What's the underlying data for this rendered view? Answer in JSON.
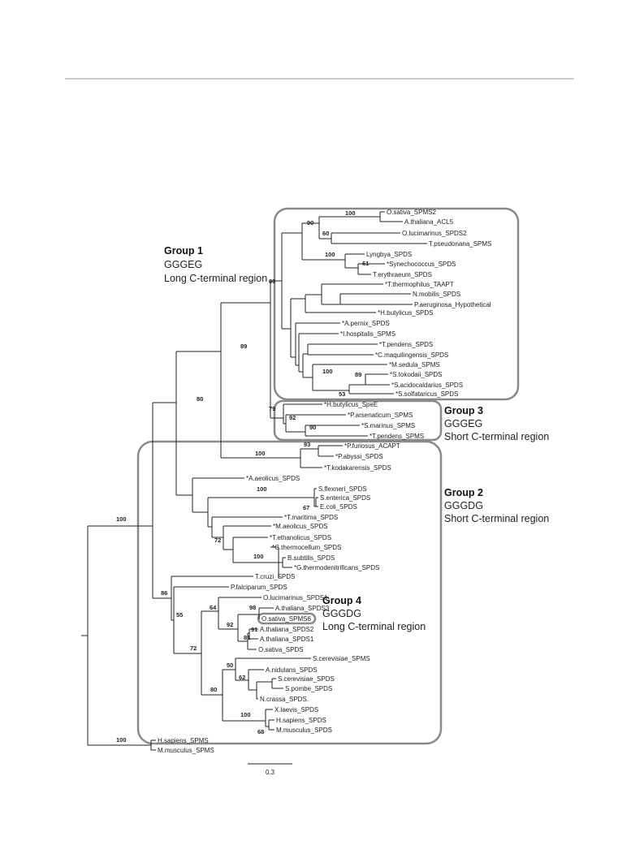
{
  "leaves": [
    "O.sativa_SPMS2",
    "A.thaliana_ACL5",
    "O.lucimarinus_SPDS2",
    "T.pseudonana_SPMS",
    "Lyngbya_SPDS",
    "*Synechococcus_SPDS",
    "T.erythraeum_SPDS",
    "*T.thermophilus_TAAPT",
    "N.mobilis_SPDS",
    "P.aeruginosa_Hypothetical",
    "*H.butylicus_SPDS",
    "*A.pernix_SPDS",
    "*I.hospitalis_SPMS",
    "*T.pendens_SPDS",
    "*C.maquilingensis_SPDS",
    "*M.sedula_SPMS",
    "*S.tokodaii_SPDS",
    "*S.acidocaldarius_SPDS",
    "*S.solfataricus_SPDS",
    "*H.butylicus_SpeE",
    "*P.arsenaticum_SPMS",
    "*S.marinus_SPMS",
    "*T.pendens_SPMS",
    "*P.furiosus_ACAPT",
    "*P.abyssi_SPDS",
    "*T.kodakarensis_SPDS",
    "*A.aeolicus_SPDS",
    "S.flexneri_SPDS",
    "S.enterica_SPDS",
    "E.coli_SPDS",
    "*T.maritima_SPDS",
    "*M.aeolicus_SPDS",
    "*T.ethanolicus_SPDS",
    "*C.thermocellum_SPDS",
    "B.subtilis_SPDS",
    "*G.thermodenitrificans_SPDS",
    "T.cruzi_SPDS",
    "P.falciparum_SPDS",
    "O.lucimarinus_SPDS1",
    "A.thaliana_SPDS3",
    "O.sativa_SPMS6",
    "A.thaliana_SPDS2",
    "A.thaliana_SPDS1",
    "O.sativa_SPDS",
    "S.cerevisiae_SPMS",
    "A.nidulans_SPDS",
    "S.cerevisiae_SPDS",
    "S.pombe_SPDS",
    "N.crassa_SPDS.",
    "X.laevis_SPDS",
    "H.sapiens_SPDS",
    "M.musculus_SPDS",
    "H.sapiens_SPMS",
    "M.musculus_SPMS"
  ],
  "bootstraps": [
    "100",
    "90",
    "60",
    "100",
    "61",
    "66",
    "89",
    "53",
    "100",
    "89",
    "79",
    "92",
    "90",
    "80",
    "93",
    "100",
    "100",
    "67",
    "72",
    "100",
    "100",
    "86",
    "55",
    "64",
    "98",
    "92",
    "91",
    "81",
    "72",
    "50",
    "62",
    "80",
    "100",
    "68"
  ],
  "groups": [
    {
      "title": "Group 1",
      "motif": "GGGEG",
      "region": "Long C-terminal region"
    },
    {
      "title": "Group 3",
      "motif": "GGGEG",
      "region": "Short C-terminal region"
    },
    {
      "title": "Group 2",
      "motif": "GGGDG",
      "region": "Short C-terminal region"
    },
    {
      "title": "Group 4",
      "motif": "GGGDG",
      "region": "Long C-terminal region"
    }
  ],
  "scale_label": "0.3"
}
